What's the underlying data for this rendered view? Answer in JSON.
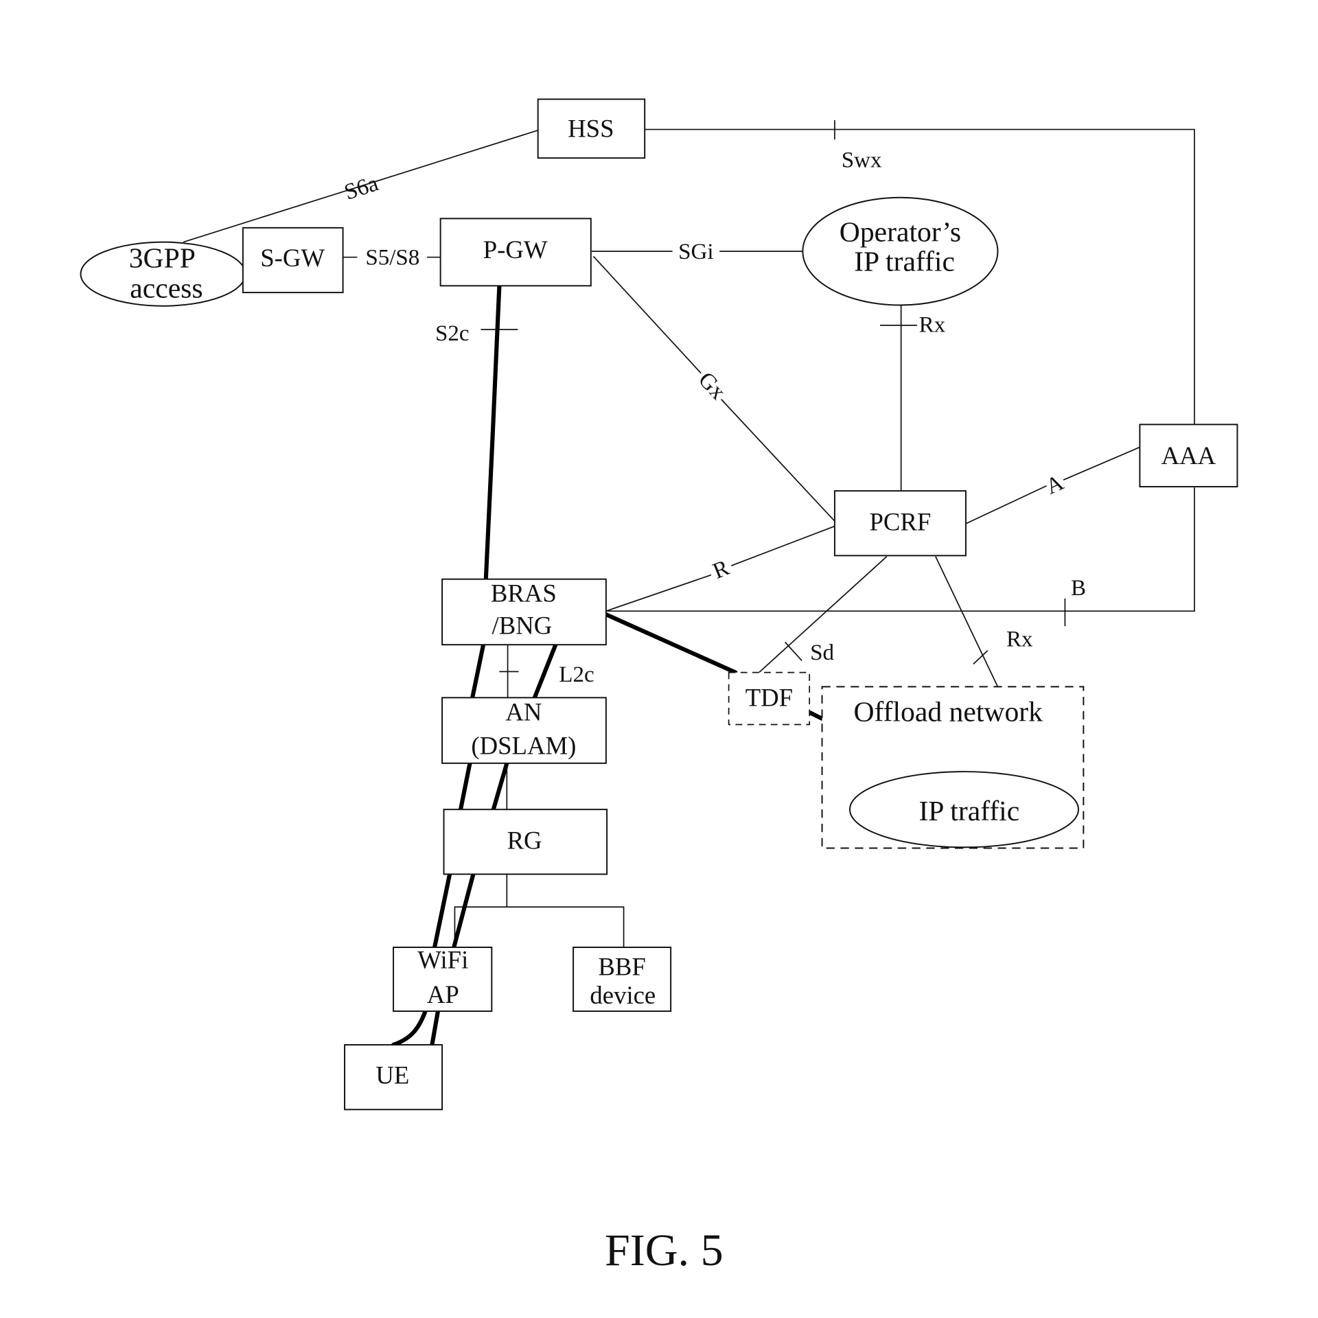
{
  "figure": {
    "caption": "FIG. 5"
  },
  "nodes": {
    "hss": "HSS",
    "three_gpp_line1": "3GPP",
    "three_gpp_line2": "access",
    "sgw": "S-GW",
    "pgw": "P-GW",
    "operator_ip_line1": "Operator’s",
    "operator_ip_line2": "IP traffic",
    "aaa": "AAA",
    "pcrf": "PCRF",
    "bras_line1": "BRAS",
    "bras_line2": "/BNG",
    "an_line1": "AN",
    "an_line2": "(DSLAM)",
    "rg": "RG",
    "tdf": "TDF",
    "offload_network": "Offload network",
    "ip_traffic": "IP traffic",
    "wifi_line1": "WiFi",
    "wifi_line2": "AP",
    "bbf_line1": "BBF",
    "bbf_line2": "device",
    "ue": "UE"
  },
  "interfaces": {
    "s6a": "S6a",
    "swx": "Swx",
    "s5s8": "S5/S8",
    "sgi": "SGi",
    "s2c": "S2c",
    "rx_top": "Rx",
    "gx": "Gx",
    "a": "A",
    "r": "R",
    "b": "B",
    "sd": "Sd",
    "rx_bottom": "Rx",
    "l2c": "L2c"
  }
}
